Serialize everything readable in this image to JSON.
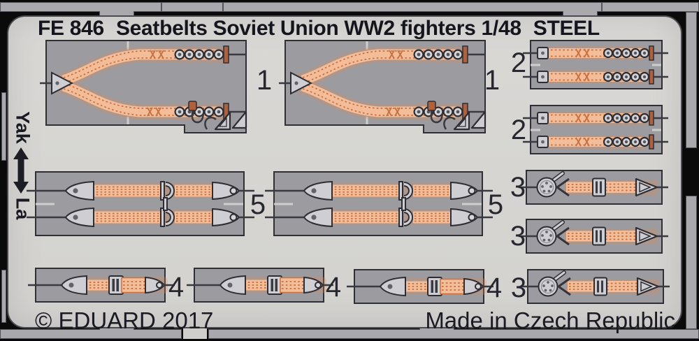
{
  "header": {
    "code": "FE 846",
    "title": "Seatbelts Soviet Union WW2 fighters 1/48",
    "material": "STEEL"
  },
  "side": {
    "top_label": "Yak",
    "bottom_label": "La",
    "arrow_icon": "double-headed-vertical-arrow"
  },
  "footer": {
    "copyright": "© EDUARD 2017",
    "made_in": "Made in Czech Republic"
  },
  "parts": [
    {
      "label": "1",
      "type": "y-shoulder-harness"
    },
    {
      "label": "1",
      "type": "y-shoulder-harness"
    },
    {
      "label": "2",
      "type": "grommet-belt-pair"
    },
    {
      "label": "2",
      "type": "grommet-belt-pair"
    },
    {
      "label": "5",
      "type": "lap-belt-pair"
    },
    {
      "label": "5",
      "type": "lap-belt-pair"
    },
    {
      "label": "3",
      "type": "round-buckle-belt"
    },
    {
      "label": "3",
      "type": "round-buckle-belt"
    },
    {
      "label": "4",
      "type": "adjuster-belt"
    },
    {
      "label": "4",
      "type": "adjuster-belt"
    },
    {
      "label": "4",
      "type": "adjuster-belt"
    },
    {
      "label": "3",
      "type": "round-buckle-belt"
    }
  ],
  "colors": {
    "belt": "#f3bd99",
    "stitch": "#c8703f",
    "panel": "#9b9ba0",
    "sheet": "#d6d5d2",
    "frame": "#a9a9ad",
    "background": "#0a0a0a",
    "text": "#1b1b23"
  }
}
